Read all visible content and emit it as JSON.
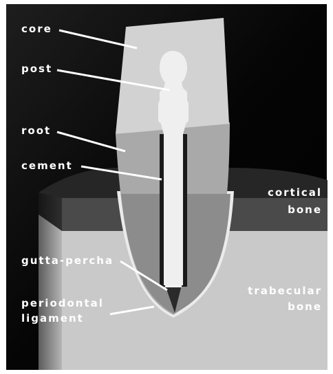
{
  "diagram": {
    "labels": {
      "core": "core",
      "post": "post",
      "root": "root",
      "cement": "cement",
      "cortical_line1": "cortical",
      "cortical_line2": "bone",
      "gutta_percha": "gutta-percha",
      "trabecular_line1": "trabecular",
      "trabecular_line2": "bone",
      "periodontal_line1": "periodontal",
      "periodontal_line2": "ligament"
    },
    "colors": {
      "core": "#d2d2d2",
      "root": "#a9a9a9",
      "post": "#efefef",
      "gutta_percha": "#f2f2f2",
      "cortical_bone": "#4a4a4a",
      "trabecular_bone": "#c9c9c9",
      "ligament": "#ebebeb",
      "label_text": "#ffffff"
    }
  }
}
